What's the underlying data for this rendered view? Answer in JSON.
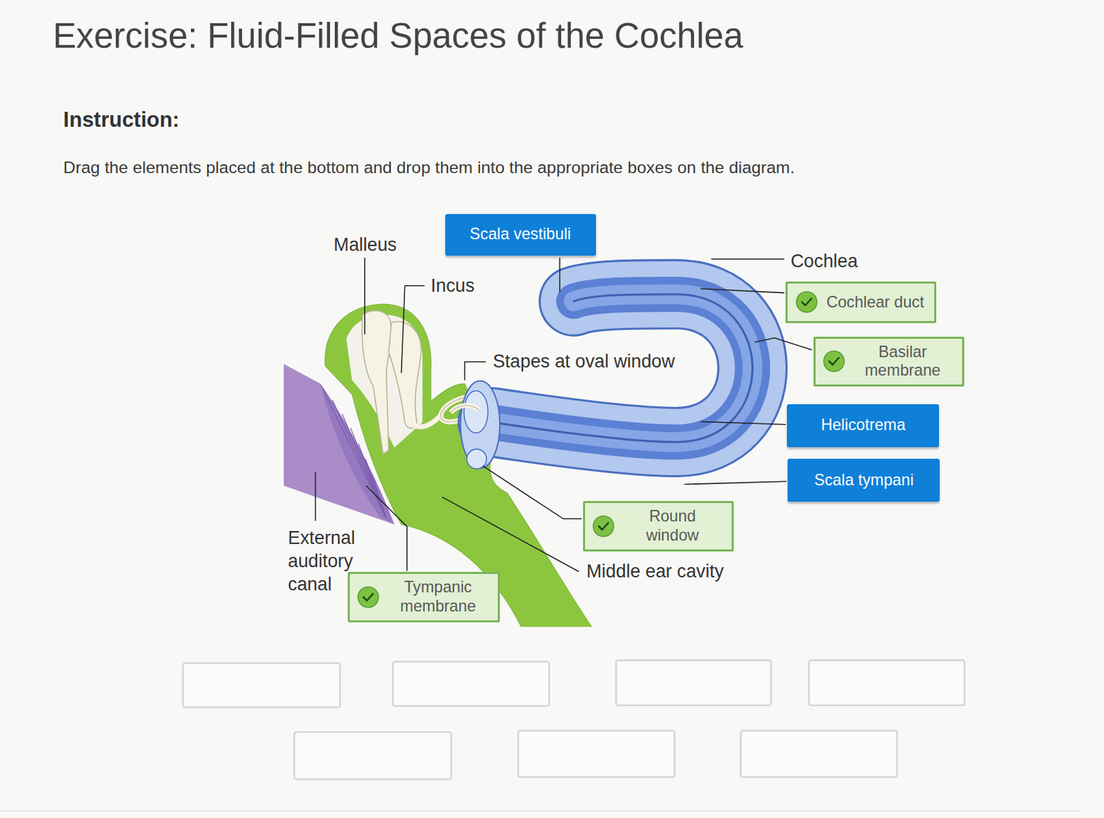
{
  "diagram": {
    "title": "Exercise: Fluid-Filled Spaces of the Cochlea",
    "nodes": [
      {
        "text": [
          "Scala vestibuli"
        ]
      },
      {
        "text": [
          "Cochlear duct"
        ]
      },
      {
        "text": [
          "Basilar membrane"
        ]
      },
      {
        "text": [
          "Helicotrema"
        ]
      },
      {
        "text": [
          "Scala tympani"
        ]
      },
      {
        "text": [
          "Round window"
        ]
      },
      {
        "text": [
          "Tympanic membrane"
        ]
      }
    ],
    "labels": [
      "Instruction:",
      "Drag the elements placed at the bottom and drop them into the appropriate boxes on the diagram.",
      "Malleus",
      "Incus",
      "Cochlea",
      "Stapes at oval window",
      "External auditory canal",
      "Middle ear cavity"
    ]
  }
}
